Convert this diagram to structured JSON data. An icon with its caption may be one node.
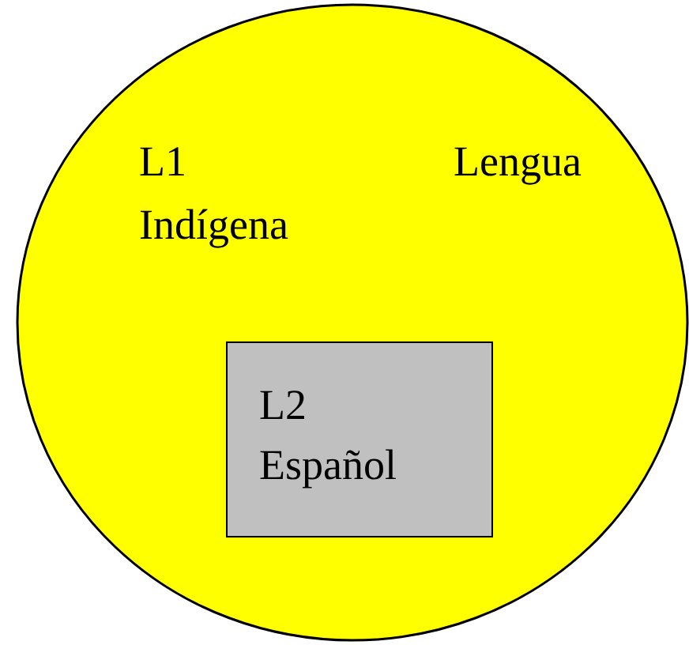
{
  "diagram": {
    "nodes": [
      {
        "text": [
          "L1 Lengua Indígena"
        ]
      },
      {
        "text": [
          "L2 Español"
        ],
        "in": 0
      }
    ]
  }
}
